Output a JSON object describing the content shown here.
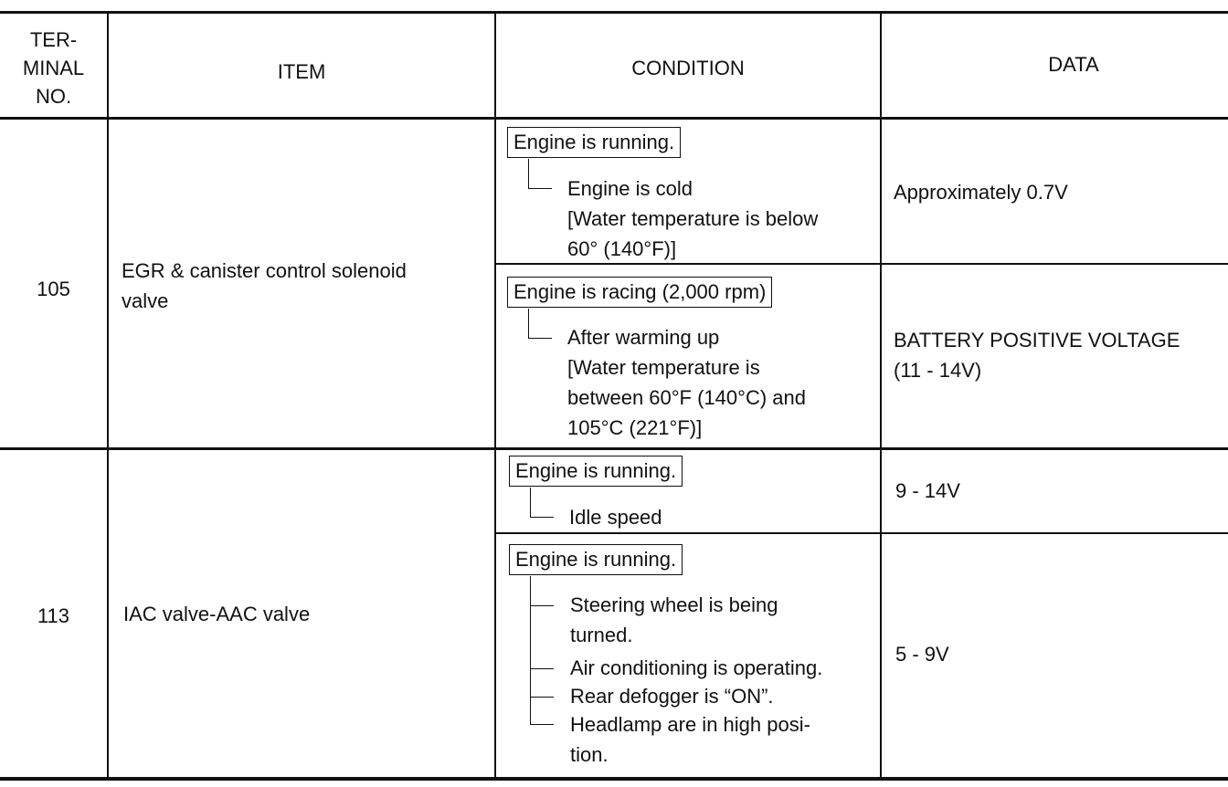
{
  "header": {
    "terminal_no": [
      "TER-",
      "MINAL",
      "NO."
    ],
    "item": "ITEM",
    "condition": "CONDITION",
    "data": "DATA"
  },
  "rows": [
    {
      "terminal": "105",
      "item": [
        "EGR & canister control solenoid",
        "valve"
      ],
      "conditions": [
        {
          "box": "Engine is running.",
          "details": [
            "Engine is cold",
            "[Water temperature is below",
            "60° (140°F)]"
          ],
          "data": [
            "Approximately 0.7V"
          ]
        },
        {
          "box": "Engine is racing (2,000 rpm)",
          "details": [
            "After warming up",
            "[Water temperature is",
            "between 60°F (140°C) and",
            "105°C (221°F)]"
          ],
          "data": [
            "BATTERY POSITIVE VOLTAGE",
            "(11 - 14V)"
          ]
        }
      ]
    },
    {
      "terminal": "113",
      "item": [
        "IAC valve-AAC valve"
      ],
      "conditions": [
        {
          "box": "Engine is running.",
          "details": [
            "Idle speed"
          ],
          "data": [
            "9 - 14V"
          ]
        },
        {
          "box": "Engine is running.",
          "details": [
            "Steering wheel is being",
            "turned.",
            "Air conditioning is operating.",
            "Rear defogger is “ON”.",
            "Headlamp are in high posi-",
            "tion."
          ],
          "data": [
            "5 - 9V"
          ]
        }
      ]
    }
  ]
}
